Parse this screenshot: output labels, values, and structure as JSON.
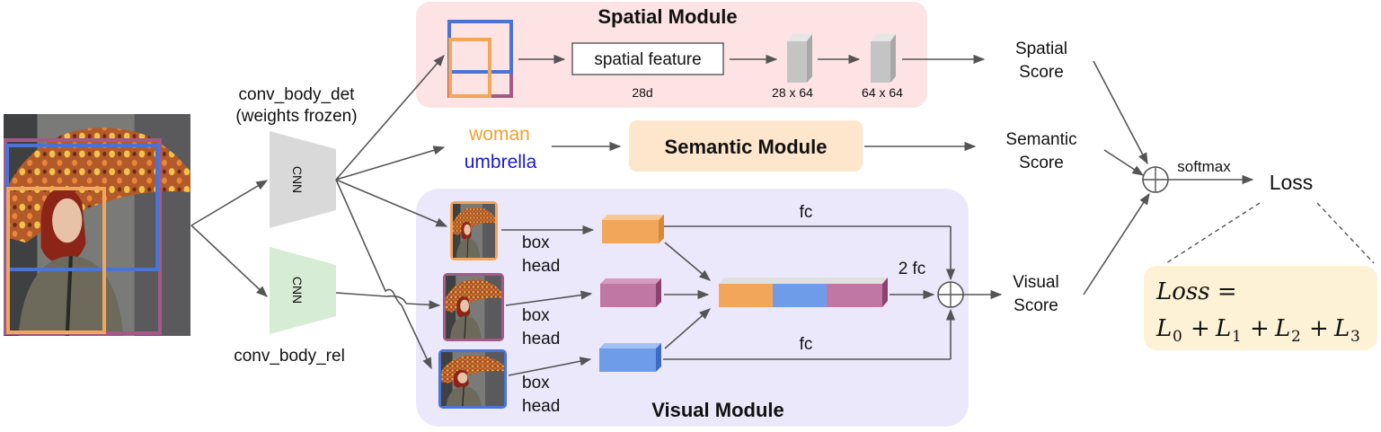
{
  "colors": {
    "orange": "#f2a65a",
    "blue": "#4a73d4",
    "purple": "#a45a88",
    "word_orange": "#f0a030",
    "word_blue": "#1a1acf",
    "spatial_bg": "#fde3e3",
    "semantic_bg": "#fde6cc",
    "visual_bg": "#ece8fb",
    "loss_bg": "#fdf2d6",
    "cnn_gray": "#d9d9d9",
    "cnn_green": "#d7ecd4"
  },
  "labels": {
    "spatial_module": "Spatial Module",
    "semantic_module": "Semantic Module",
    "visual_module": "Visual Module",
    "spatial_feature": "spatial feature",
    "dim_28d": "28d",
    "dim_28x64": "28 x 64",
    "dim_64x64": "64 x 64",
    "conv_body_det": "conv_body_det",
    "weights_frozen": "(weights frozen)",
    "conv_body_rel": "conv_body_rel",
    "cnn_top": "CNN",
    "cnn_bottom": "CNN",
    "word_subject": "woman",
    "word_object": "umbrella",
    "box1": "box",
    "head1": "head",
    "box2": "box",
    "head2": "head",
    "box3": "box",
    "head3": "head",
    "fc_top": "fc",
    "fc_bottom": "fc",
    "two_fc": "2 fc",
    "spatial_score_1": "Spatial",
    "spatial_score_2": "Score",
    "semantic_score_1": "Semantic",
    "semantic_score_2": "Score",
    "visual_score_1": "Visual",
    "visual_score_2": "Score",
    "softmax": "softmax",
    "loss": "Loss"
  },
  "formula": {
    "lhs": "Loss =",
    "terms": [
      "L",
      "0",
      "+",
      "L",
      "1",
      "+",
      "L",
      "2",
      "+",
      "L",
      "3"
    ]
  }
}
